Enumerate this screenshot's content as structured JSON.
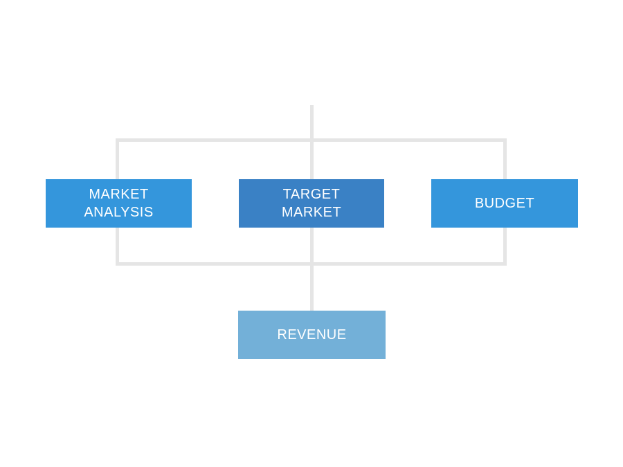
{
  "diagram": {
    "background_color": "#ffffff",
    "connector_color": "#e5e5e5",
    "text_color": "#ffffff",
    "nodes": [
      {
        "id": "market-analysis",
        "label": "MARKET\nANALYSIS",
        "fill_color": "#3496dc"
      },
      {
        "id": "target-market",
        "label": "TARGET\nMARKET",
        "fill_color": "#3a81c5"
      },
      {
        "id": "budget",
        "label": "BUDGET",
        "fill_color": "#3496dc"
      },
      {
        "id": "revenue",
        "label": "REVENUE",
        "fill_color": "#73b0d8"
      }
    ]
  }
}
